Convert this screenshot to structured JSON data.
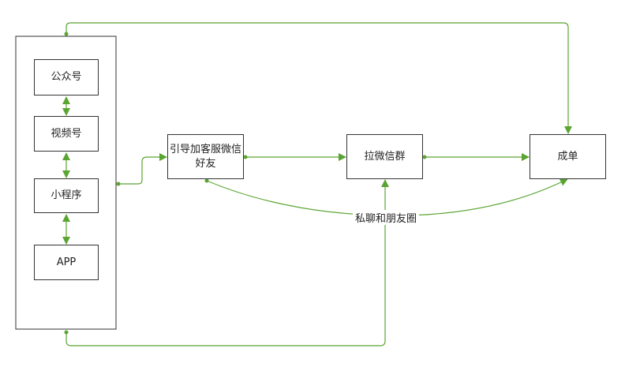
{
  "colors": {
    "connector": "#5aa532",
    "border": "#333333",
    "text": "#222222"
  },
  "channels": [
    "公众号",
    "视频号",
    "小程序",
    "APP"
  ],
  "steps": {
    "add_wechat": [
      "引导加客服微信",
      "好友"
    ],
    "wechat_group": "拉微信群",
    "deal": "成单"
  },
  "edge_label": "私聊和朋友圈"
}
